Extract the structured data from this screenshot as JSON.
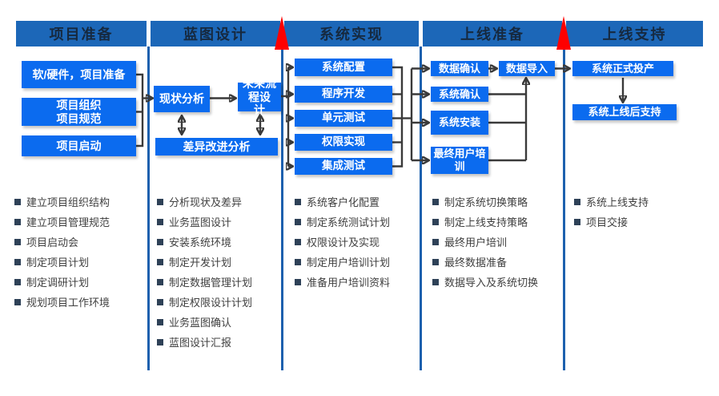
{
  "diagram": {
    "phases": [
      {
        "label": "项目准备",
        "tasks": [
          "建立项目组织结构",
          "建立项目管理规范",
          "项目启动会",
          "制定项目计划",
          "制定调研计划",
          "规划项目工作环境"
        ]
      },
      {
        "label": "蓝图设计",
        "tasks": [
          "分析现状及差异",
          "业务蓝图设计",
          "安装系统环境",
          "制定开发计划",
          "制定数据管理计划",
          "制定权限设计计划",
          "业务蓝图确认",
          "蓝图设计汇报"
        ]
      },
      {
        "label": "系统实现",
        "tasks": [
          "系统客户化配置",
          "制定系统测试计划",
          "权限设计及实现",
          "制定用户培训计划",
          "准备用户培训资料"
        ]
      },
      {
        "label": "上线准备",
        "tasks": [
          "制定系统切换策略",
          "制定上线支持策略",
          "最终用户培训",
          "最终数据准备",
          "数据导入及系统切换"
        ]
      },
      {
        "label": "上线支持",
        "tasks": [
          "系统上线支持",
          "项目交接"
        ]
      }
    ],
    "nodes": {
      "prep1": "软/硬件，项目准备",
      "prep2": "项目组织\n项目规范",
      "prep3": "项目启动",
      "as_is": "现状分析",
      "to_be": "未来流程设\n计",
      "gap": "差异改进分析",
      "impl1": "系统配置",
      "impl2": "程序开发",
      "impl3": "单元测试",
      "impl4": "权限实现",
      "impl5": "集成测试",
      "golive1": "数据确认",
      "golive2": "数据导入",
      "golive3": "系统确认",
      "golive4": "系统安装",
      "golive5": "最终用户培\n训",
      "support1": "系统正式投产",
      "support2": "系统上线后支持"
    },
    "colors": {
      "header_bg": "#1c67b8",
      "header_text": "#16293f",
      "node_bg": "#0b6bef",
      "node_text": "#ffffff",
      "divider_line": "#1d60ae",
      "connector": "#3a3a3a",
      "milestone_red": "#fe0000",
      "bullet_square": "#2e4157",
      "task_text": "#404040"
    }
  }
}
